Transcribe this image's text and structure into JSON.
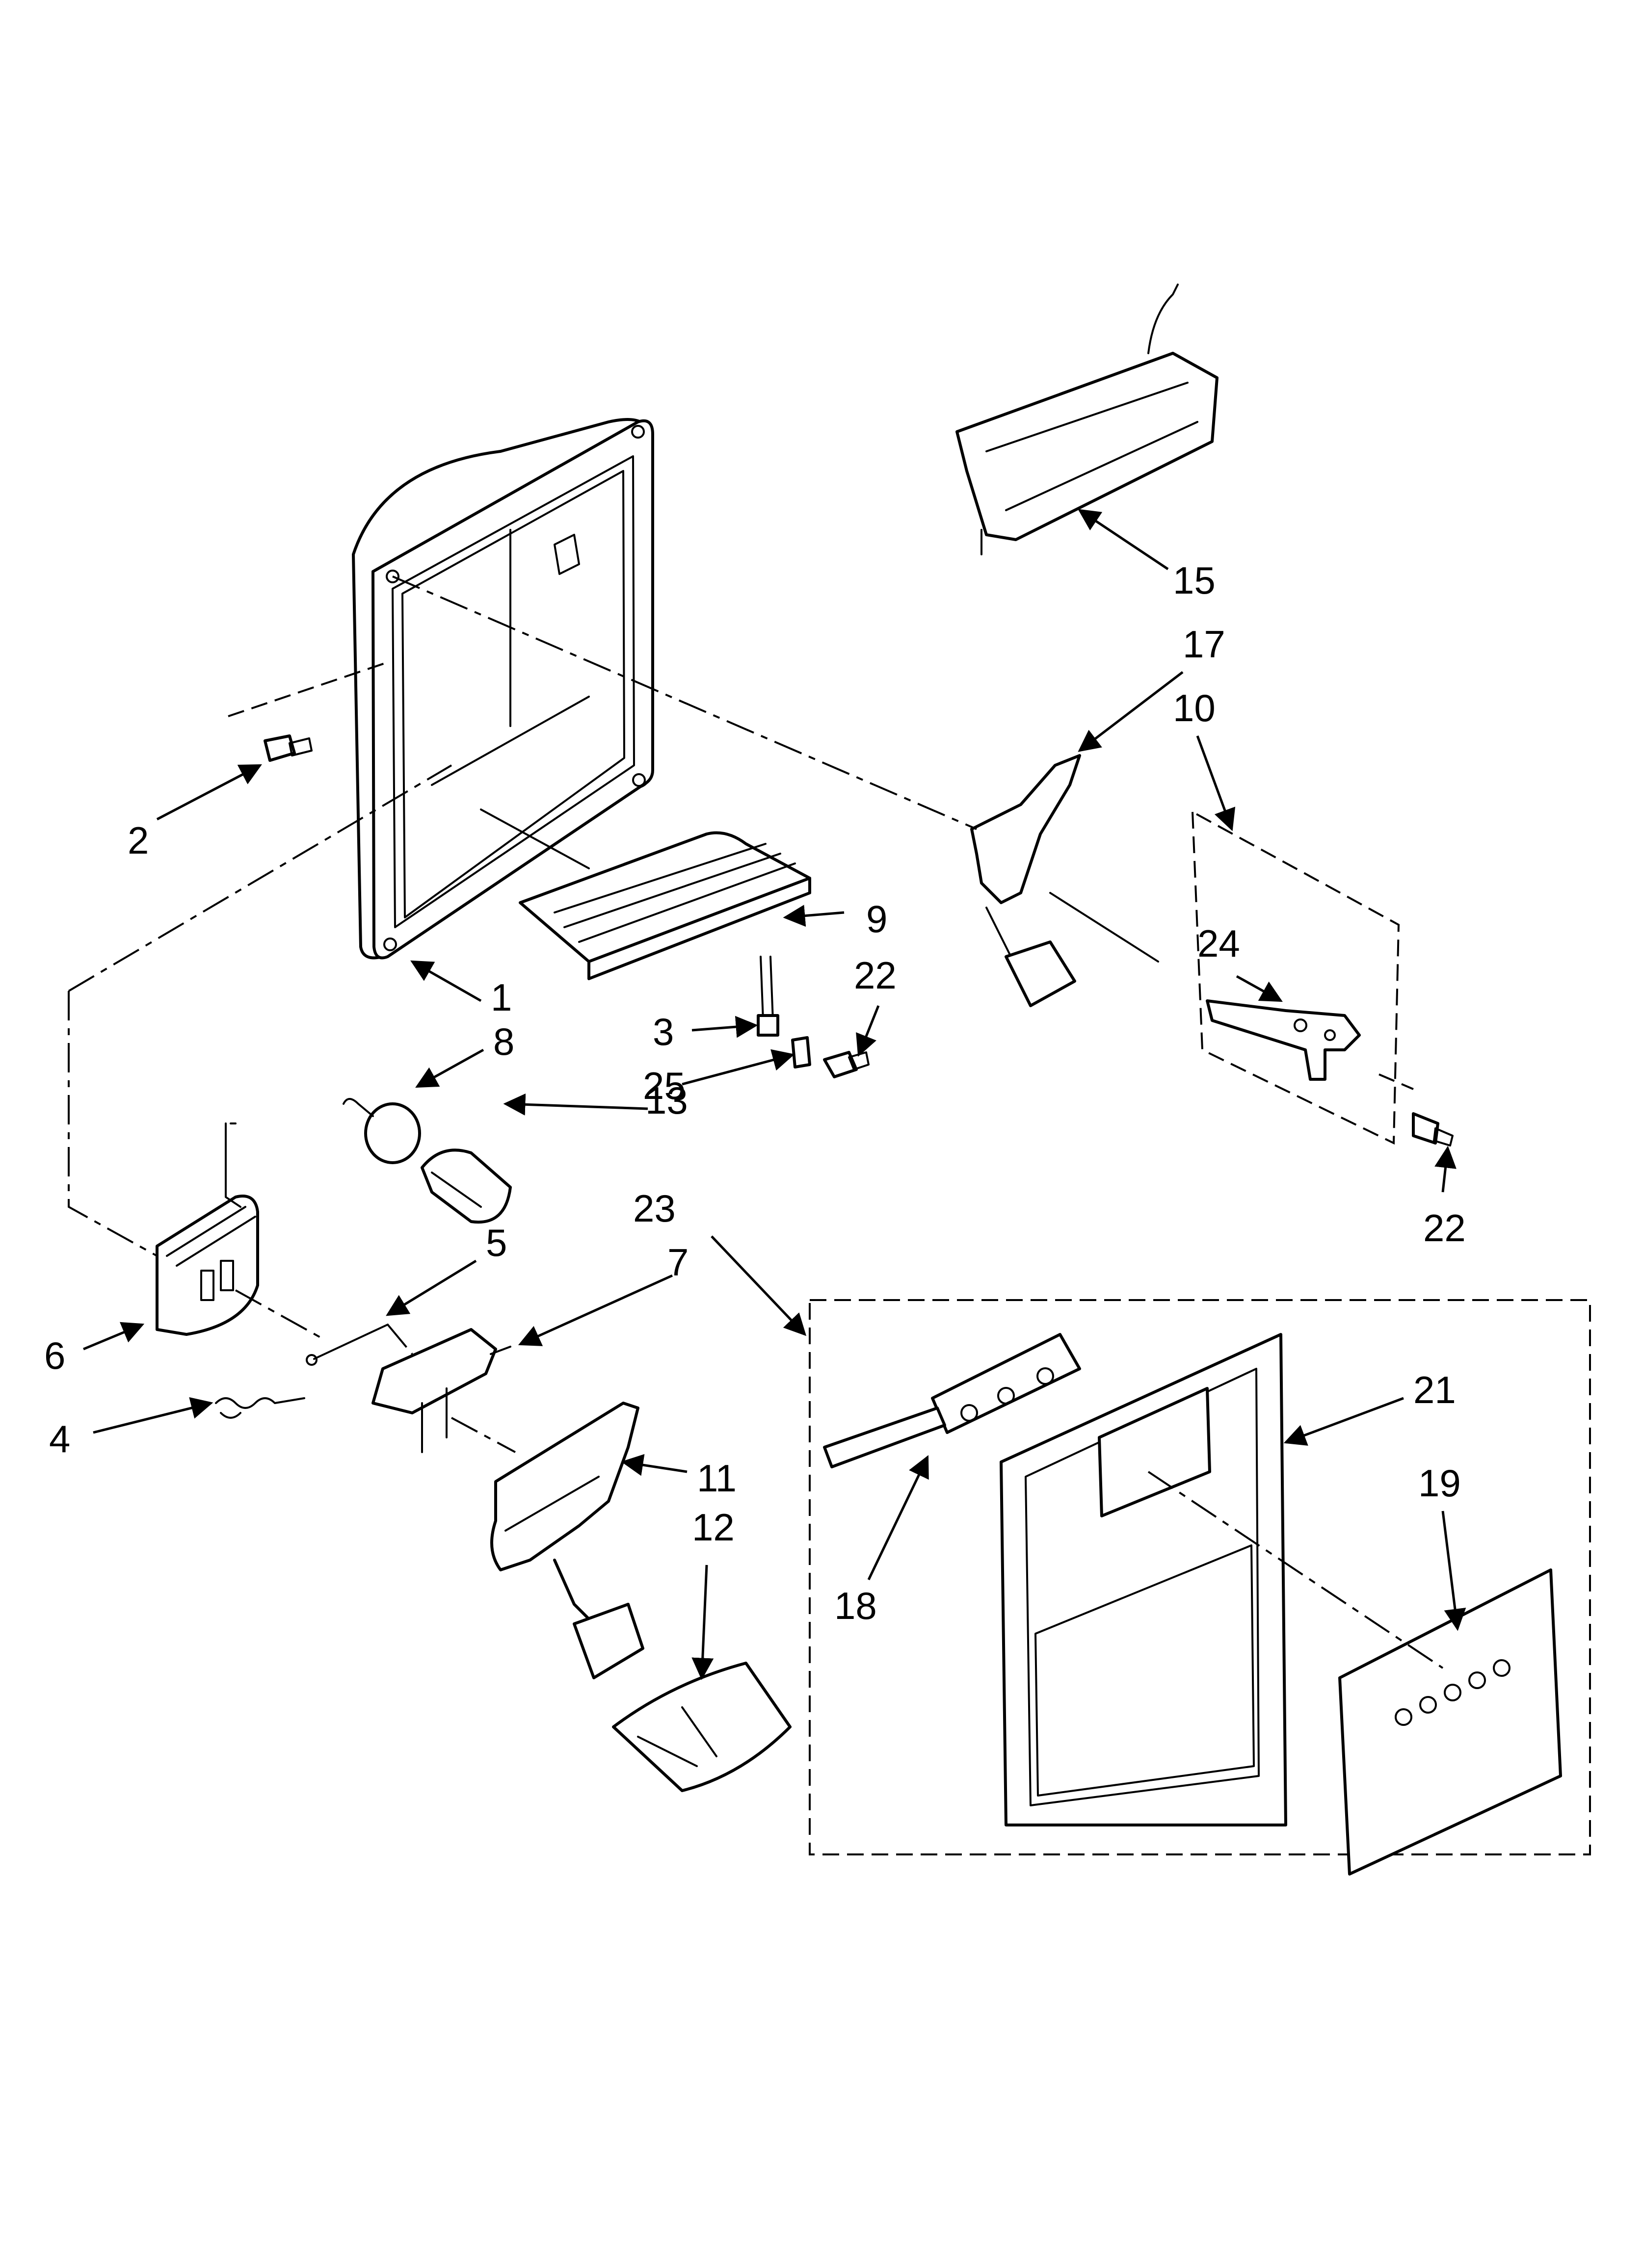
{
  "callouts": {
    "c1": "1",
    "c2": "2",
    "c3": "3",
    "c4": "4",
    "c5": "5",
    "c6": "6",
    "c7": "7",
    "c8": "8",
    "c9": "9",
    "c10": "10",
    "c11": "11",
    "c12": "12",
    "c13": "13",
    "c15": "15",
    "c17": "17",
    "c18": "18",
    "c19": "19",
    "c21": "21",
    "c22a": "22",
    "c22b": "22",
    "c23": "23",
    "c24": "24",
    "c25": "25"
  },
  "colors": {
    "line": "#000000",
    "background": "#ffffff"
  }
}
